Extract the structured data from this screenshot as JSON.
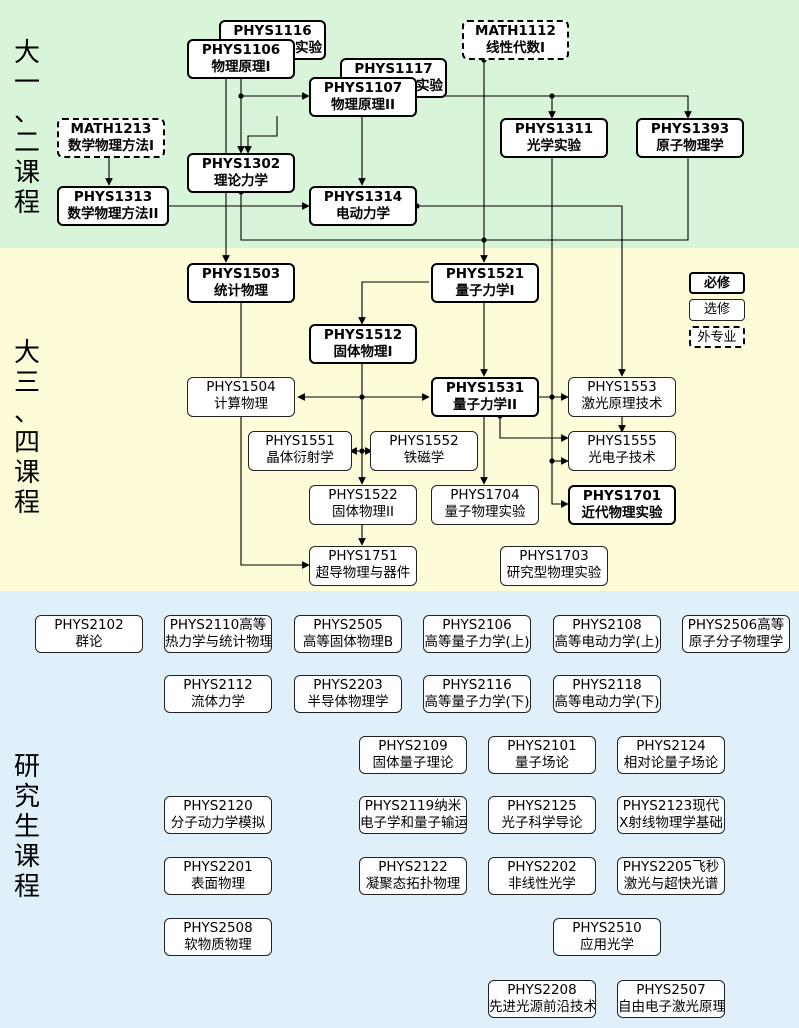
{
  "sections": {
    "undergrad_12": "大一、二课程",
    "undergrad_34": "大三、四课程",
    "graduate": "研究生课程"
  },
  "legend": {
    "required": "必修",
    "elective": "选修",
    "external": "外专业"
  },
  "courses": {
    "phys1116": {
      "code": "PHYS1116",
      "name": "实验"
    },
    "phys1106": {
      "code": "PHYS1106",
      "name": "物理原理I"
    },
    "math1112": {
      "code": "MATH1112",
      "name": "线性代数I"
    },
    "phys1117": {
      "code": "PHYS1117",
      "name": "实验"
    },
    "phys1107": {
      "code": "PHYS1107",
      "name": "物理原理II"
    },
    "math1213": {
      "code": "MATH1213",
      "name": "数学物理方法I"
    },
    "phys1311": {
      "code": "PHYS1311",
      "name": "光学实验"
    },
    "phys1393": {
      "code": "PHYS1393",
      "name": "原子物理学"
    },
    "phys1302": {
      "code": "PHYS1302",
      "name": "理论力学"
    },
    "phys1313": {
      "code": "PHYS1313",
      "name": "数学物理方法II"
    },
    "phys1314": {
      "code": "PHYS1314",
      "name": "电动力学"
    },
    "phys1503": {
      "code": "PHYS1503",
      "name": "统计物理"
    },
    "phys1521": {
      "code": "PHYS1521",
      "name": "量子力学I"
    },
    "phys1512": {
      "code": "PHYS1512",
      "name": "固体物理I"
    },
    "phys1504": {
      "code": "PHYS1504",
      "name": "计算物理"
    },
    "phys1531": {
      "code": "PHYS1531",
      "name": "量子力学II"
    },
    "phys1553": {
      "code": "PHYS1553",
      "name": "激光原理技术"
    },
    "phys1551": {
      "code": "PHYS1551",
      "name": "晶体衍射学"
    },
    "phys1552": {
      "code": "PHYS1552",
      "name": "铁磁学"
    },
    "phys1555": {
      "code": "PHYS1555",
      "name": "光电子技术"
    },
    "phys1522": {
      "code": "PHYS1522",
      "name": "固体物理II"
    },
    "phys1704": {
      "code": "PHYS1704",
      "name": "量子物理实验"
    },
    "phys1701": {
      "code": "PHYS1701",
      "name": "近代物理实验"
    },
    "phys1751": {
      "code": "PHYS1751",
      "name": "超导物理与器件"
    },
    "phys1703": {
      "code": "PHYS1703",
      "name": "研究型物理实验"
    },
    "phys2102": {
      "code": "PHYS2102",
      "name": "群论"
    },
    "phys2110": {
      "code": "PHYS2110高等",
      "name": "热力学与统计物理"
    },
    "phys2505": {
      "code": "PHYS2505",
      "name": "高等固体物理B"
    },
    "phys2106": {
      "code": "PHYS2106",
      "name": "高等量子力学(上)"
    },
    "phys2108": {
      "code": "PHYS2108",
      "name": "高等电动力学(上)"
    },
    "phys2506": {
      "code": "PHYS2506高等",
      "name": "原子分子物理学"
    },
    "phys2112": {
      "code": "PHYS2112",
      "name": "流体力学"
    },
    "phys2203": {
      "code": "PHYS2203",
      "name": "半导体物理学"
    },
    "phys2116": {
      "code": "PHYS2116",
      "name": "高等量子力学(下)"
    },
    "phys2118": {
      "code": "PHYS2118",
      "name": "高等电动力学(下)"
    },
    "phys2109": {
      "code": "PHYS2109",
      "name": "固体量子理论"
    },
    "phys2101": {
      "code": "PHYS2101",
      "name": "量子场论"
    },
    "phys2124": {
      "code": "PHYS2124",
      "name": "相对论量子场论"
    },
    "phys2120": {
      "code": "PHYS2120",
      "name": "分子动力学模拟"
    },
    "phys2119": {
      "code": "PHYS2119纳米",
      "name": "电子学和量子输运"
    },
    "phys2125": {
      "code": "PHYS2125",
      "name": "光子科学导论"
    },
    "phys2123": {
      "code": "PHYS2123现代",
      "name": "X射线物理学基础"
    },
    "phys2201": {
      "code": "PHYS2201",
      "name": "表面物理"
    },
    "phys2122": {
      "code": "PHYS2122",
      "name": "凝聚态拓扑物理"
    },
    "phys2202": {
      "code": "PHYS2202",
      "name": "非线性光学"
    },
    "phys2205": {
      "code": "PHYS2205飞秒",
      "name": "激光与超快光谱"
    },
    "phys2508": {
      "code": "PHYS2508",
      "name": "软物质物理"
    },
    "phys2510": {
      "code": "PHYS2510",
      "name": "应用光学"
    },
    "phys2208": {
      "code": "PHYS2208",
      "name": "先进光源前沿技术"
    },
    "phys2507": {
      "code": "PHYS2507",
      "name": "自由电子激光原理"
    }
  }
}
